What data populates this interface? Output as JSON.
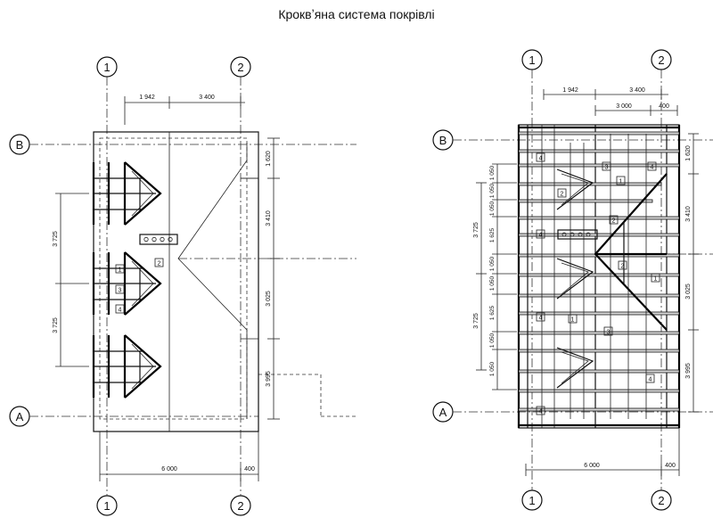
{
  "title": "Кроквʼяна система покрівлі",
  "axes": {
    "one": "1",
    "two": "2",
    "b": "В",
    "a": "А"
  },
  "left_plan": {
    "top_dims": [
      "1 942",
      "3 400"
    ],
    "bottom_dims": [
      "6 000",
      "400"
    ],
    "right_dims": [
      "1 620",
      "3 410",
      "3 025",
      "3 995"
    ],
    "left_dims": [
      "3 725",
      "3 725"
    ],
    "markers": [
      "1",
      "2",
      "3",
      "4"
    ]
  },
  "right_plan": {
    "top_dims": [
      "1 942",
      "3 400"
    ],
    "top_dims_2": [
      "3 000",
      "400"
    ],
    "bottom_dims": [
      "6 000",
      "400"
    ],
    "right_dims": [
      "1 620",
      "3 410",
      "3 025",
      "3 995"
    ],
    "left_outer_dims": [
      "3 725",
      "3 725"
    ],
    "left_inner_dims": [
      "1 050",
      "1 050",
      "1 050",
      "1 625",
      "1 050",
      "1 050",
      "1 625",
      "1 050",
      "1 050"
    ],
    "markers": [
      "4",
      "3",
      "4",
      "1",
      "2",
      "2",
      "4",
      "2",
      "1",
      "4",
      "1",
      "3",
      "4",
      "4"
    ]
  }
}
